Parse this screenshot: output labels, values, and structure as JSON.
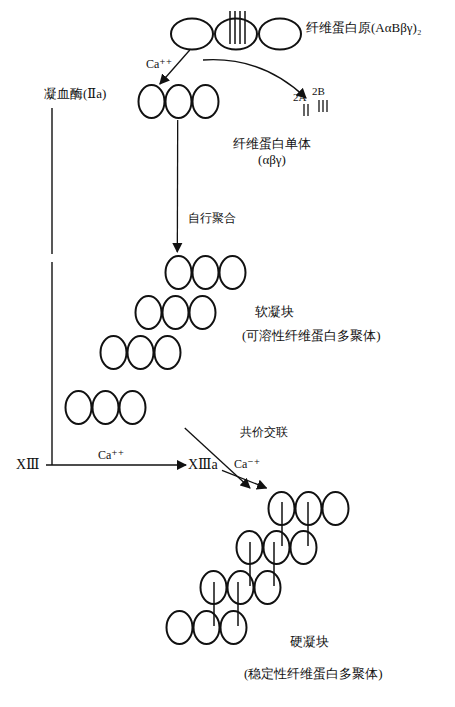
{
  "diagram": {
    "nodes": [
      {
        "text": [
          "纤维蛋白原(AαBβγ)₂"
        ]
      },
      {
        "text": [
          "纤维蛋白单体 (αβγ)"
        ]
      },
      {
        "text": [
          "软凝块",
          "(可溶性纤维蛋白多聚体)"
        ]
      },
      {
        "text": [
          "XⅢ"
        ]
      },
      {
        "text": [
          "XⅢa"
        ]
      },
      {
        "text": [
          "硬凝块",
          "(稳定性纤维蛋白多聚体)"
        ]
      }
    ],
    "edges": [
      {
        "from": 0,
        "to": 1,
        "arrow": "to",
        "label": "Ca⁺⁺"
      },
      {
        "from": 1,
        "to": 2,
        "arrow": "to",
        "label": "自行聚合"
      },
      {
        "from": 2,
        "to": 5,
        "arrow": "to",
        "label": "共价交联"
      },
      {
        "from": 3,
        "to": 4,
        "arrow": "to",
        "label": "Ca⁺⁺"
      },
      {
        "from": 4,
        "to": 5,
        "arrow": "to",
        "label": "Ca⁻⁺"
      }
    ],
    "labels": [
      "凝血酶(Ⅱa)",
      "2A",
      "2B"
    ]
  }
}
